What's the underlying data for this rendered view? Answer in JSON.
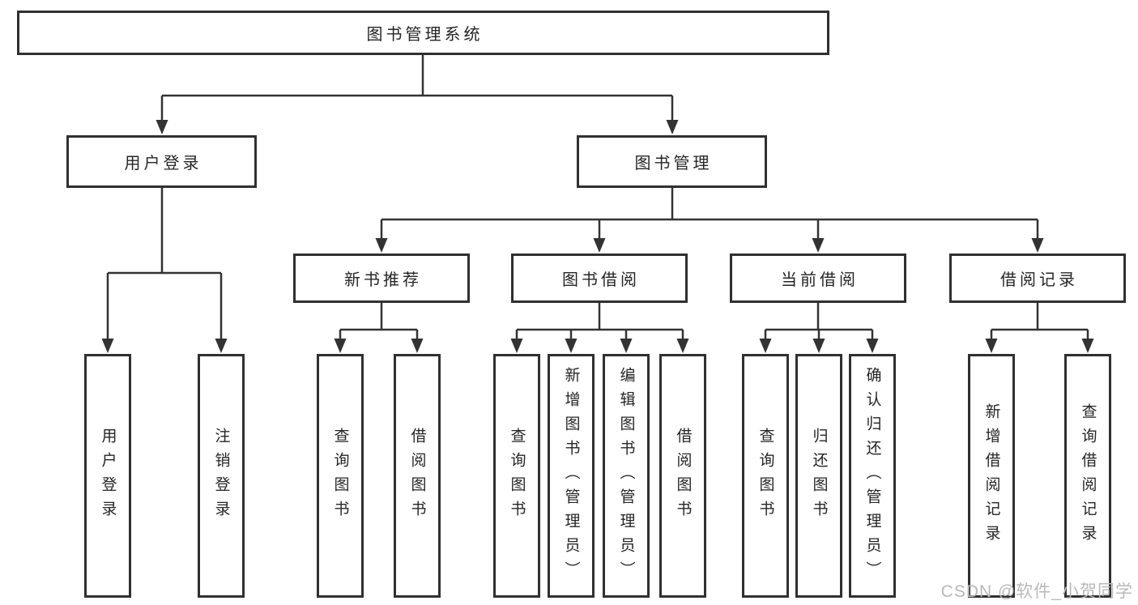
{
  "diagram": {
    "root": {
      "label": "图书管理系统"
    },
    "user_login": {
      "label": "用户登录",
      "children": [
        "用户登录",
        "注销登录"
      ]
    },
    "book_management": {
      "label": "图书管理",
      "sections": [
        {
          "label": "新书推荐",
          "children": [
            "查询图书",
            "借阅图书"
          ]
        },
        {
          "label": "图书借阅",
          "children": [
            "查询图书",
            "新增图书（管理员）",
            "编辑图书（管理员）",
            "借阅图书"
          ]
        },
        {
          "label": "当前借阅",
          "children": [
            "查询图书",
            "归还图书",
            "确认归还（管理员）"
          ]
        },
        {
          "label": "借阅记录",
          "children": [
            "新增借阅记录",
            "查询借阅记录"
          ]
        }
      ]
    }
  },
  "watermark": {
    "text": "CSDN @软件_小贺同学"
  },
  "colors": {
    "line": "#333333",
    "box_border": "#303030",
    "text": "#252525",
    "watermark": "#b9b9b9",
    "background": "#ffffff"
  }
}
